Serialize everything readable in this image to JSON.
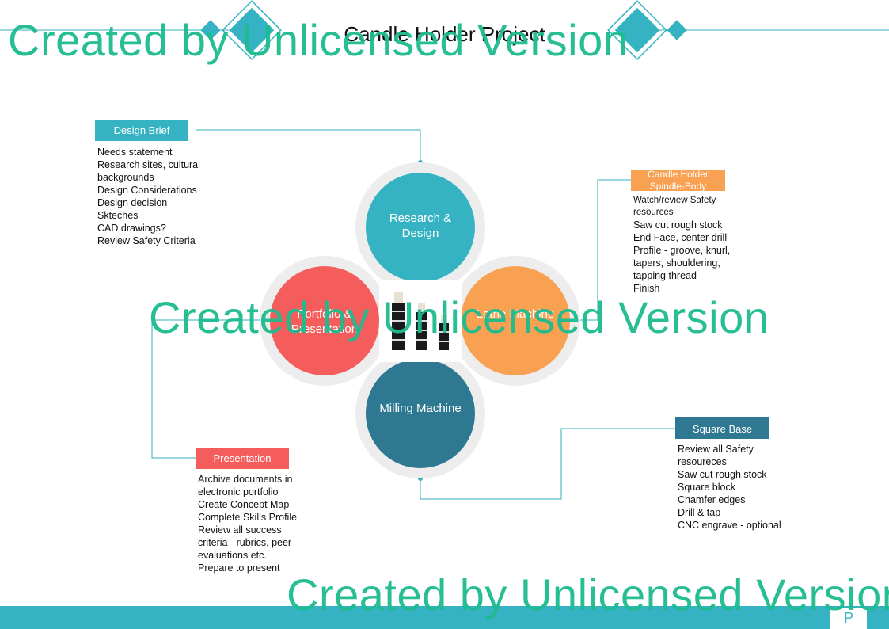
{
  "title": "Candle Holder Project",
  "watermark": "Created by Unlicensed Version",
  "colors": {
    "teal": "#36b3c3",
    "orange": "#f9a153",
    "red": "#f45d5b",
    "dark_teal": "#2e7892",
    "ring": "#ededed",
    "line": "#36aebc"
  },
  "center_image": {
    "icon": "candle-holders-image"
  },
  "circles": {
    "research": "Research & Design",
    "lathe": "Lathe Machine",
    "milling": "Milling Machine",
    "portfolio": "Portfolio & Presentation"
  },
  "design_brief": {
    "label": "Design Brief",
    "items": [
      "Needs statement",
      "Research sites, cultural",
      "backgrounds",
      "Design Considerations",
      "Design decision",
      "Skteches",
      "CAD drawings?",
      "Review Safety Criteria"
    ]
  },
  "spindle": {
    "label_line1": "Candle Holder",
    "label_line2": "Spindle-Body",
    "items": [
      "Watch/review Safety",
      "resources",
      "Saw cut rough stock",
      "End Face, center drill",
      "Profile - groove, knurl,",
      "tapers, shouldering,",
      "tapping thread",
      "Finish"
    ]
  },
  "square_base": {
    "label": "Square Base",
    "items": [
      "Review all Safety",
      "resoureces",
      "Saw cut rough stock",
      "Square block",
      "Chamfer edges",
      "Drill & tap",
      "CNC engrave - optional"
    ]
  },
  "presentation": {
    "label": "Presentation",
    "items": [
      "Archive documents in",
      "electronic portfolio",
      "Create Concept Map",
      "Complete Skills Profile",
      "Review all success",
      "criteria - rubrics, peer",
      "evaluations etc.",
      "Prepare to present"
    ]
  },
  "footer": {
    "page_label": "P"
  }
}
